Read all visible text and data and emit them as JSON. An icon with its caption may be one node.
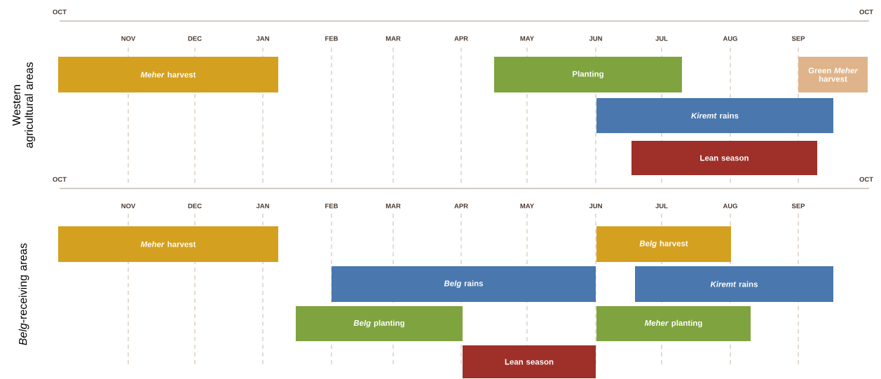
{
  "diagram": {
    "nodes": [
      {
        "text": [
          "*Meher* harvest"
        ]
      },
      {
        "text": [
          "Planting"
        ]
      },
      {
        "text": [
          "Green *Meher* harvest"
        ]
      },
      {
        "text": [
          "*Kiremt* rains"
        ]
      },
      {
        "text": [
          "Lean season"
        ]
      },
      {
        "text": [
          "*Meher* harvest"
        ]
      },
      {
        "text": [
          "*Belg* harvest"
        ]
      },
      {
        "text": [
          "*Belg* rains"
        ]
      },
      {
        "text": [
          "*Kiremt* rains"
        ]
      },
      {
        "text": [
          "*Belg* planting"
        ]
      },
      {
        "text": [
          "*Meher* planting"
        ]
      },
      {
        "text": [
          "Lean season"
        ]
      }
    ],
    "labels": [
      "OCT",
      "OCT",
      "NOV",
      "DEC",
      "JAN",
      "FEB",
      "MAR",
      "APR",
      "MAY",
      "JUN",
      "JUL",
      "AUG",
      "SEP",
      "Western agricultural areas",
      "OCT",
      "OCT",
      "NOV",
      "DEC",
      "JAN",
      "FEB",
      "MAR",
      "APR",
      "MAY",
      "JUN",
      "JUL",
      "AUG",
      "SEP",
      "*Belg*-receiving areas"
    ]
  }
}
